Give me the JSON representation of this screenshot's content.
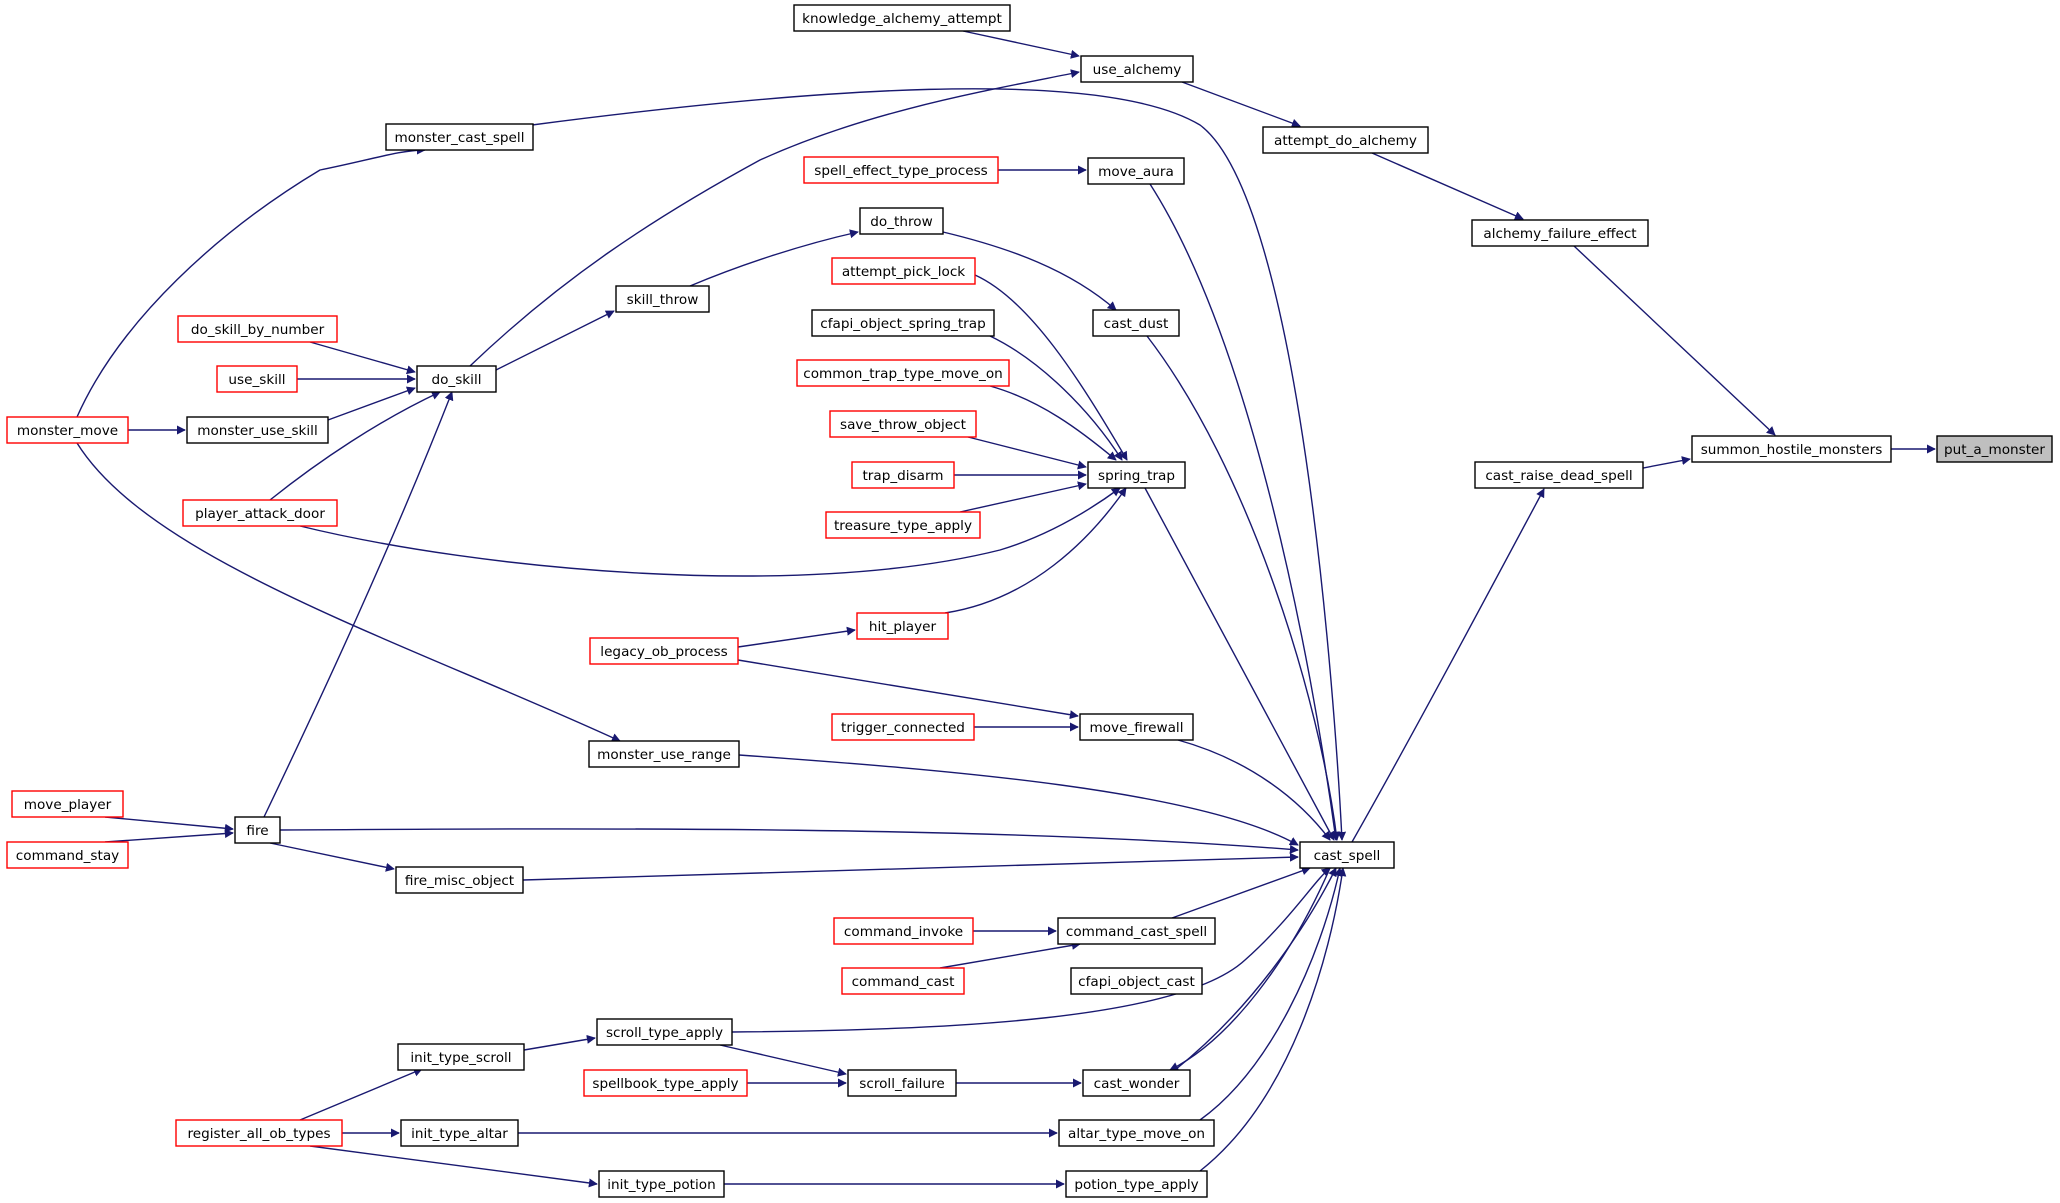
{
  "colors": {
    "edge": "#191970",
    "node_border_black": "#000000",
    "node_border_red": "#ff0000",
    "node_fill": "#ffffff",
    "highlight_fill": "#bfbfbf"
  },
  "graph": {
    "nodes": [
      {
        "id": "knowledge_alchemy_attempt",
        "label": "knowledge_alchemy_attempt",
        "border": "black"
      },
      {
        "id": "use_alchemy",
        "label": "use_alchemy",
        "border": "black"
      },
      {
        "id": "monster_cast_spell",
        "label": "monster_cast_spell",
        "border": "black"
      },
      {
        "id": "attempt_do_alchemy",
        "label": "attempt_do_alchemy",
        "border": "black"
      },
      {
        "id": "spell_effect_type_process",
        "label": "spell_effect_type_process",
        "border": "red"
      },
      {
        "id": "move_aura",
        "label": "move_aura",
        "border": "black"
      },
      {
        "id": "do_throw",
        "label": "do_throw",
        "border": "black"
      },
      {
        "id": "alchemy_failure_effect",
        "label": "alchemy_failure_effect",
        "border": "black"
      },
      {
        "id": "attempt_pick_lock",
        "label": "attempt_pick_lock",
        "border": "red"
      },
      {
        "id": "skill_throw",
        "label": "skill_throw",
        "border": "black"
      },
      {
        "id": "cfapi_object_spring_trap",
        "label": "cfapi_object_spring_trap",
        "border": "black"
      },
      {
        "id": "cast_dust",
        "label": "cast_dust",
        "border": "black"
      },
      {
        "id": "do_skill_by_number",
        "label": "do_skill_by_number",
        "border": "red"
      },
      {
        "id": "common_trap_type_move_on",
        "label": "common_trap_type_move_on",
        "border": "red"
      },
      {
        "id": "use_skill",
        "label": "use_skill",
        "border": "red"
      },
      {
        "id": "do_skill",
        "label": "do_skill",
        "border": "black"
      },
      {
        "id": "save_throw_object",
        "label": "save_throw_object",
        "border": "red"
      },
      {
        "id": "monster_move",
        "label": "monster_move",
        "border": "red"
      },
      {
        "id": "monster_use_skill",
        "label": "monster_use_skill",
        "border": "black"
      },
      {
        "id": "summon_hostile_monsters",
        "label": "summon_hostile_monsters",
        "border": "black"
      },
      {
        "id": "put_a_monster",
        "label": "put_a_monster",
        "border": "black",
        "highlight": true
      },
      {
        "id": "trap_disarm",
        "label": "trap_disarm",
        "border": "red"
      },
      {
        "id": "spring_trap",
        "label": "spring_trap",
        "border": "black"
      },
      {
        "id": "cast_raise_dead_spell",
        "label": "cast_raise_dead_spell",
        "border": "black"
      },
      {
        "id": "player_attack_door",
        "label": "player_attack_door",
        "border": "red"
      },
      {
        "id": "treasure_type_apply",
        "label": "treasure_type_apply",
        "border": "red"
      },
      {
        "id": "hit_player",
        "label": "hit_player",
        "border": "red"
      },
      {
        "id": "legacy_ob_process",
        "label": "legacy_ob_process",
        "border": "red"
      },
      {
        "id": "trigger_connected",
        "label": "trigger_connected",
        "border": "red"
      },
      {
        "id": "move_firewall",
        "label": "move_firewall",
        "border": "black"
      },
      {
        "id": "monster_use_range",
        "label": "monster_use_range",
        "border": "black"
      },
      {
        "id": "move_player",
        "label": "move_player",
        "border": "red"
      },
      {
        "id": "fire",
        "label": "fire",
        "border": "black"
      },
      {
        "id": "command_stay",
        "label": "command_stay",
        "border": "red"
      },
      {
        "id": "cast_spell",
        "label": "cast_spell",
        "border": "black"
      },
      {
        "id": "fire_misc_object",
        "label": "fire_misc_object",
        "border": "black"
      },
      {
        "id": "command_invoke",
        "label": "command_invoke",
        "border": "red"
      },
      {
        "id": "command_cast_spell",
        "label": "command_cast_spell",
        "border": "black"
      },
      {
        "id": "command_cast",
        "label": "command_cast",
        "border": "red"
      },
      {
        "id": "cfapi_object_cast",
        "label": "cfapi_object_cast",
        "border": "black"
      },
      {
        "id": "scroll_type_apply",
        "label": "scroll_type_apply",
        "border": "black"
      },
      {
        "id": "init_type_scroll",
        "label": "init_type_scroll",
        "border": "black"
      },
      {
        "id": "spellbook_type_apply",
        "label": "spellbook_type_apply",
        "border": "red"
      },
      {
        "id": "scroll_failure",
        "label": "scroll_failure",
        "border": "black"
      },
      {
        "id": "cast_wonder",
        "label": "cast_wonder",
        "border": "black"
      },
      {
        "id": "register_all_ob_types",
        "label": "register_all_ob_types",
        "border": "red"
      },
      {
        "id": "init_type_altar",
        "label": "init_type_altar",
        "border": "black"
      },
      {
        "id": "altar_type_move_on",
        "label": "altar_type_move_on",
        "border": "black"
      },
      {
        "id": "init_type_potion",
        "label": "init_type_potion",
        "border": "black"
      },
      {
        "id": "potion_type_apply",
        "label": "potion_type_apply",
        "border": "black"
      }
    ]
  }
}
